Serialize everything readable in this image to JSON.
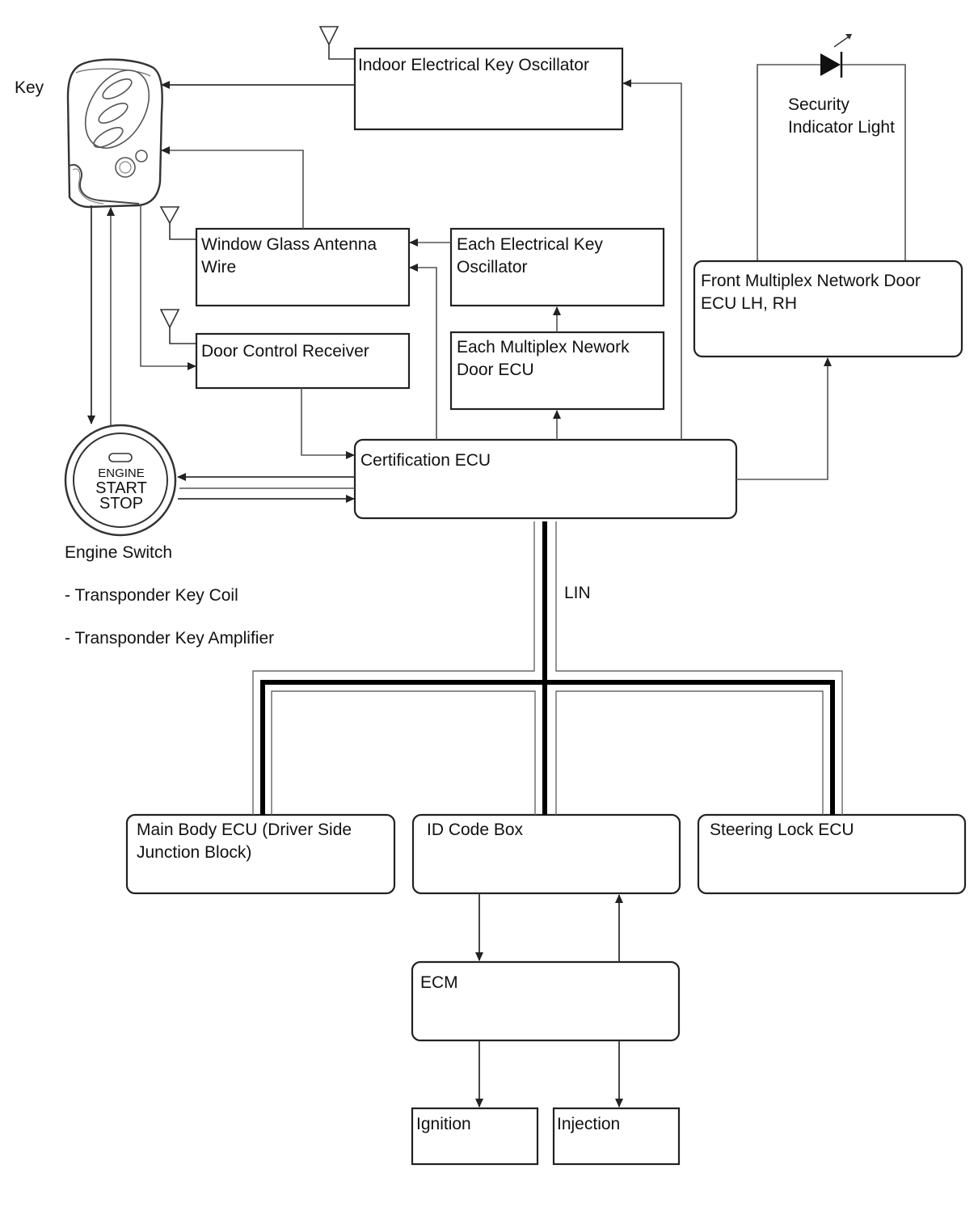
{
  "labels": {
    "key": "Key",
    "engine_switch": "Engine Switch",
    "transponder_coil": "- Transponder Key Coil",
    "transponder_amplifier": "- Transponder Key Amplifier",
    "lin": "LIN",
    "security_indicator_line1": "Security",
    "security_indicator_line2": "Indicator Light"
  },
  "engine_switch_face": {
    "line1": "ENGINE",
    "line2": "START",
    "line3": "STOP"
  },
  "boxes": {
    "indoor_oscillator": {
      "line1": "Indoor Electrical Key Oscillator"
    },
    "window_glass_antenna": {
      "line1": "Window Glass Antenna",
      "line2": "Wire"
    },
    "each_key_oscillator": {
      "line1": "Each Electrical Key",
      "line2": "Oscillator"
    },
    "front_multiplex_door_ecu": {
      "line1": "Front Multiplex Network Door",
      "line2": "ECU LH, RH"
    },
    "door_control_receiver": {
      "line1": "Door Control Receiver"
    },
    "each_multiplex_door_ecu": {
      "line1": "Each Multiplex Nework",
      "line2": "Door ECU"
    },
    "certification_ecu": {
      "line1": "Certification ECU"
    },
    "main_body_ecu": {
      "line1": "Main Body ECU (Driver Side",
      "line2": "Junction Block)"
    },
    "id_code_box": {
      "line1": "ID Code Box"
    },
    "steering_lock_ecu": {
      "line1": "Steering Lock ECU"
    },
    "ecm": {
      "line1": "ECM"
    },
    "ignition": {
      "line1": "Ignition"
    },
    "injection": {
      "line1": "Injection"
    }
  },
  "colors": {
    "box_stroke": "#222222",
    "wire": "#555555",
    "lin_bus": "#000000"
  }
}
